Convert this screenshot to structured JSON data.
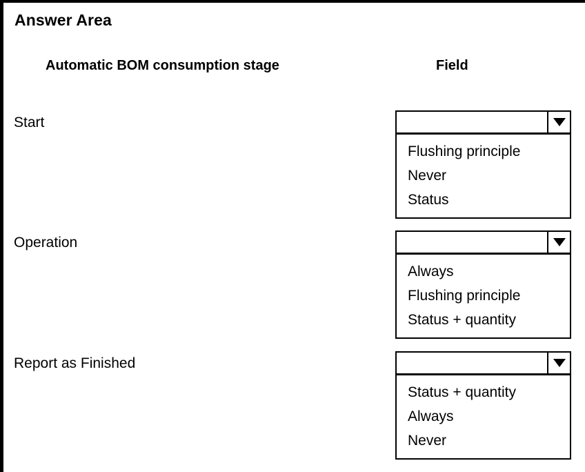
{
  "page": {
    "title": "Answer Area",
    "border_color": "#000000",
    "background": "#ffffff",
    "text_color": "#000000"
  },
  "table": {
    "headers": {
      "stage": "Automatic BOM consumption stage",
      "field": "Field"
    },
    "rows": [
      {
        "label": "Start",
        "dropdown": {
          "selected": "",
          "placeholder": "",
          "arrow_icon": "chevron-down-icon",
          "expanded": true,
          "options": [
            "Flushing principle",
            "Never",
            "Status"
          ]
        }
      },
      {
        "label": "Operation",
        "dropdown": {
          "selected": "",
          "placeholder": "",
          "arrow_icon": "chevron-down-icon",
          "expanded": true,
          "options": [
            "Always",
            "Flushing principle",
            "Status + quantity"
          ]
        }
      },
      {
        "label": "Report as Finished",
        "dropdown": {
          "selected": "",
          "placeholder": "",
          "arrow_icon": "chevron-down-icon",
          "expanded": true,
          "options": [
            "Status + quantity",
            "Always",
            "Never"
          ]
        }
      }
    ]
  },
  "layout": {
    "row_tops": [
      160,
      334,
      509
    ],
    "label_tops": [
      166,
      340,
      515
    ]
  }
}
